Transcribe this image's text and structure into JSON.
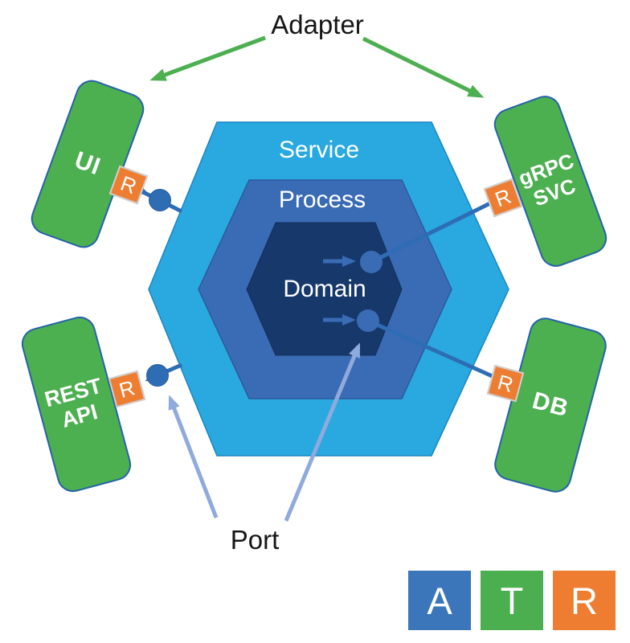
{
  "diagram": {
    "annotations": {
      "adapter": "Adapter",
      "port": "Port"
    },
    "hexagons": {
      "service": {
        "label": "Service",
        "color": "#29A9E0"
      },
      "process": {
        "label": "Process",
        "color": "#3A6BB5"
      },
      "domain": {
        "label": "Domain",
        "color": "#16386B"
      }
    },
    "adapters": {
      "ui": {
        "label": "UI",
        "badge": "R"
      },
      "grpc": {
        "line1": "gRPC",
        "line2": "SVC",
        "badge": "R"
      },
      "rest": {
        "line1": "REST",
        "line2": "API",
        "badge": "R"
      },
      "db": {
        "label": "DB",
        "badge": "R"
      }
    },
    "legend": [
      {
        "letter": "A",
        "color": "#3B76BB"
      },
      {
        "letter": "T",
        "color": "#4BAE4F"
      },
      {
        "letter": "R",
        "color": "#EE7C31"
      }
    ],
    "colors": {
      "adapter_box": "#4CAF50",
      "adapter_box_border": "#2563A8",
      "badge_background": "#ED7D31",
      "connector": "#2E6DB4",
      "domain_arrow": "#3A6BB5",
      "adapter_annotation_arrow": "#4CAF50",
      "port_annotation_arrow": "#8FAADC"
    }
  }
}
